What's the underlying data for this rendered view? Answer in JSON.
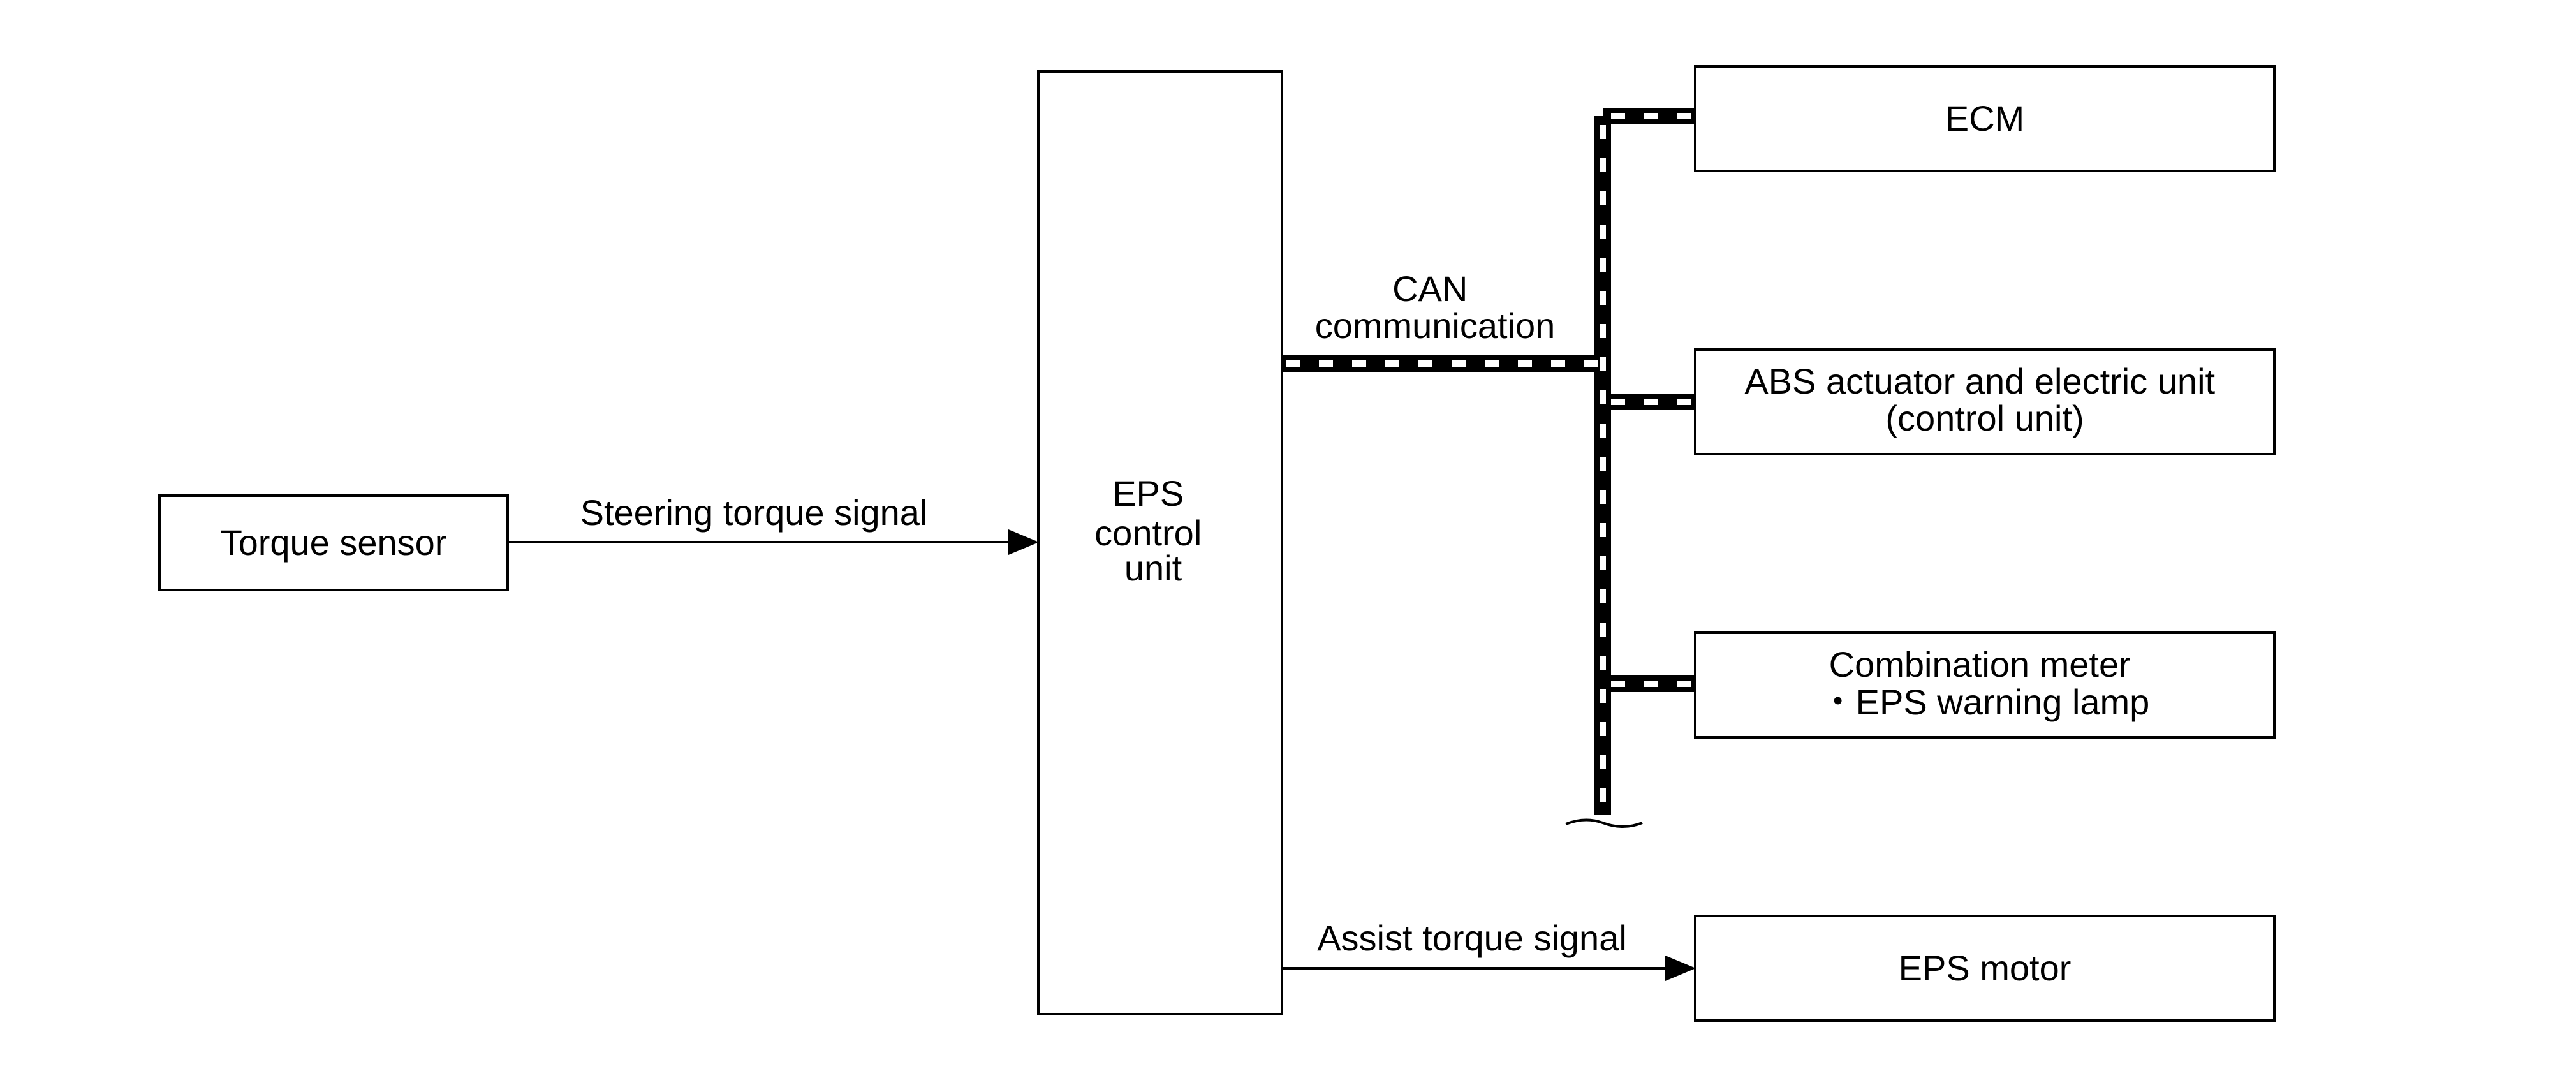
{
  "blocks": {
    "torque_sensor": "Torque sensor",
    "eps_control_unit": [
      "EPS",
      "control",
      "unit"
    ],
    "ecm": "ECM",
    "abs_unit": [
      "ABS actuator and electric unit",
      "(control unit)"
    ],
    "combination_meter": [
      "Combination meter",
      "・EPS warning lamp"
    ],
    "eps_motor": "EPS motor"
  },
  "signals": {
    "steering_torque": "Steering torque signal",
    "can_communication": [
      "CAN",
      "communication"
    ],
    "assist_torque": "Assist torque signal"
  },
  "colors": {
    "line": "#000000",
    "background": "#ffffff"
  }
}
